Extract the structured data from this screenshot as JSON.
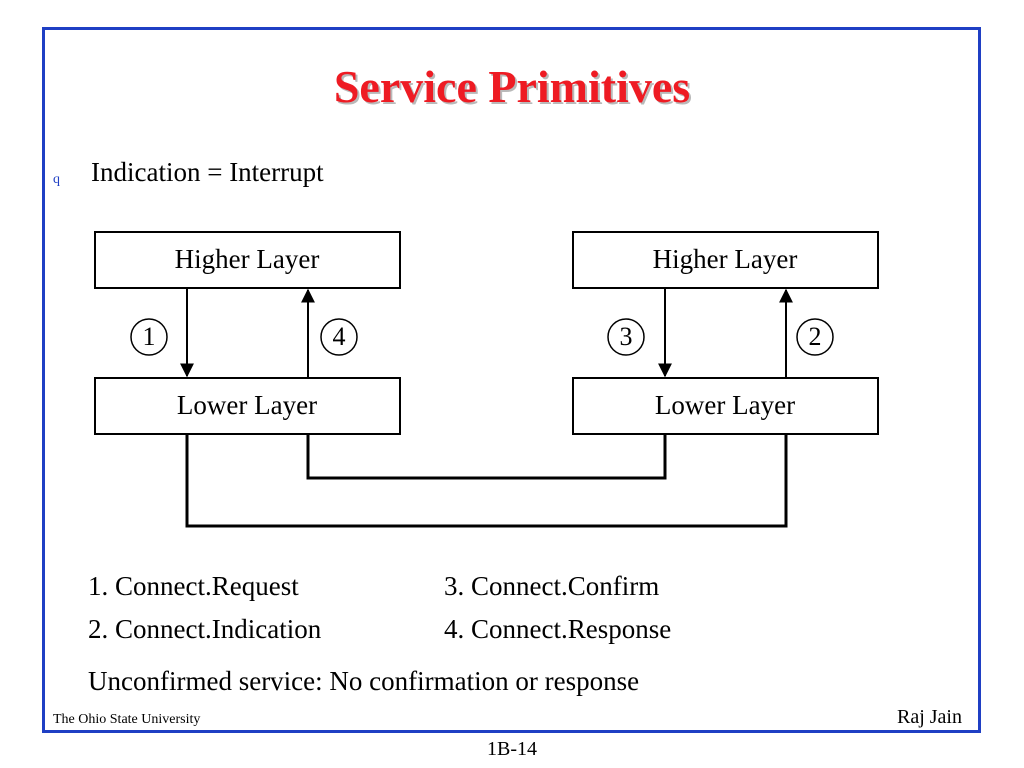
{
  "title": "Service Primitives",
  "bullet": {
    "marker": "q",
    "text": "Indication = Interrupt"
  },
  "diagram": {
    "left": {
      "higher": "Higher Layer",
      "lower": "Lower Layer",
      "down_step": "1",
      "up_step": "4"
    },
    "right": {
      "higher": "Higher Layer",
      "lower": "Lower Layer",
      "down_step": "3",
      "up_step": "2"
    }
  },
  "legend": {
    "col1": [
      "1. Connect.Request",
      "2. Connect.Indication"
    ],
    "col2": [
      "3. Connect.Confirm",
      "4. Connect.Response"
    ]
  },
  "note": "Unconfirmed service: No confirmation or response",
  "footer": {
    "institution": "The Ohio State University",
    "author": "Raj Jain",
    "page": "1B-14"
  },
  "colors": {
    "title": "#ee1b23",
    "frame": "#1f3fc4",
    "bullet": "#1f3fc4"
  }
}
